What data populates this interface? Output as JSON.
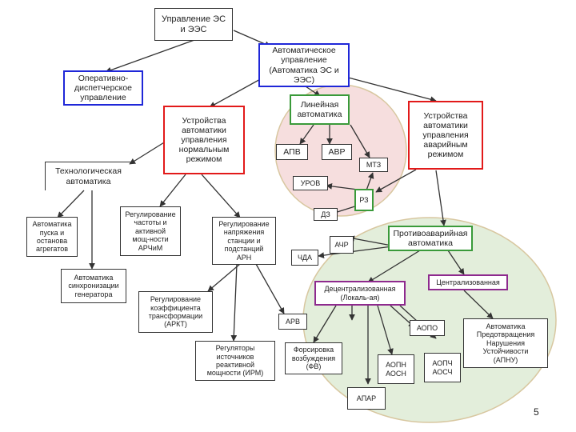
{
  "colors": {
    "blue": "#1f27d8",
    "red": "#e21a1a",
    "green": "#3a9a3a",
    "purple": "#8e2a8e",
    "pink_region": "#f6dede",
    "green_region": "#e3eedb",
    "line": "#333333"
  },
  "nodes": {
    "mgmt": "Управление ЭС\nи ЭЭС",
    "auto_mgmt": "Автоматическое\nуправление\n(Автоматика ЭС и\nЭЭС)",
    "dispatch": "Оперативно-\nдиспетчерское\nуправление",
    "normal": "Устройства\nавтоматики\nуправления\nнормальным\nрежимом",
    "linear": "Линейная\nавтоматика",
    "emergency": "Устройства\nавтоматики\nуправления\nаварийным\nрежимом",
    "tech": "Технологическая\nавтоматика",
    "apv": "АПВ",
    "avr": "АВР",
    "mtz": "МТЗ",
    "urov": "УРОВ",
    "rz": "РЗ",
    "dz": "ДЗ",
    "start_stop": "Автоматика\nпуска и\nостанова\nагрегатов",
    "freq": "Регулирование\nчастоты и\nактивной\nмощ-ности\nАРЧиМ",
    "volt": "Регулирование\nнапряжения\nстанции и\nподстанций\nАРН",
    "antiemerg": "Противоаварийная\nавтоматика",
    "achr": "АЧР",
    "chdl": "ЧДА",
    "sync": "Автоматика\nсинхронизации\nгенератора",
    "decentral": "Децентрализованная\n(Локаль-ая)",
    "central": "Централизованная",
    "trans": "Регулирование\nкоэффициента\nтрансформации\n(АРКТ)",
    "arv": "АРВ",
    "aopo": "АОПО",
    "prevent": "Автоматика\nПредотвращения\nНарушения\nУстойчивости\n(АПНУ)",
    "reactive": "Регуляторы\nисточников\nреактивной\nмощности (ИРМ)",
    "forcing": "Форсировка\nвозбуждения\n(ФВ)",
    "aopn": "АОПН\nАОСН",
    "aopch": "АОПЧ\nАОСЧ",
    "apar": "АПАР"
  },
  "page_number": "5"
}
